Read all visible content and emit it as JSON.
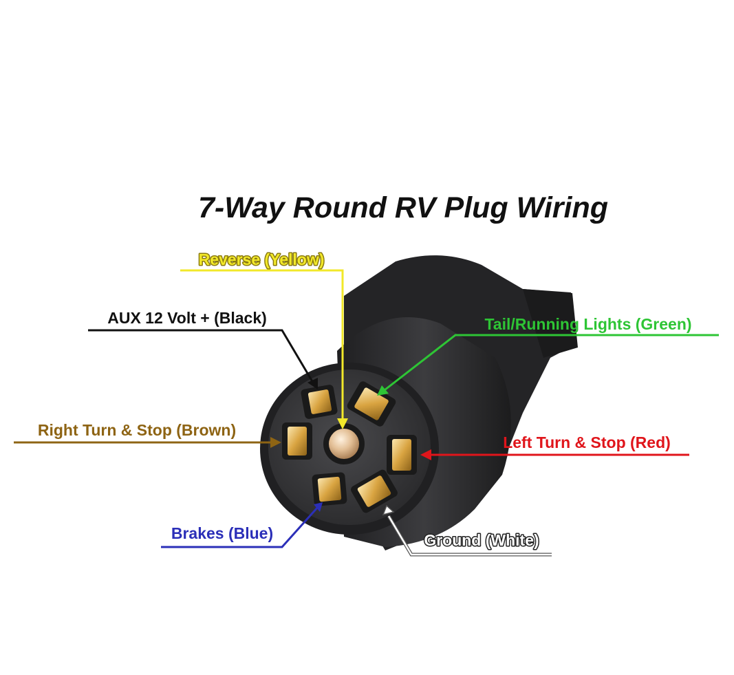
{
  "title": "7-Way Round RV Plug Wiring",
  "colors": {
    "background": "#ffffff",
    "title": "#111111",
    "plug_body": "#2b2b2b",
    "plug_face": "#3a3a3c",
    "pin_brass": "#d9a441",
    "pin_center": "#e6c7a0"
  },
  "labels": {
    "reverse": {
      "text": "Reverse (Yellow)",
      "color": "#f2e82a",
      "outline": "#8a7a10"
    },
    "aux": {
      "text": "AUX 12 Volt + (Black)",
      "color": "#111111"
    },
    "tail": {
      "text": "Tail/Running Lights (Green)",
      "color": "#2ec535"
    },
    "right_turn": {
      "text": "Right Turn & Stop (Brown)",
      "color": "#8e6414"
    },
    "left_turn": {
      "text": "Left Turn & Stop (Red)",
      "color": "#e0151b"
    },
    "brakes": {
      "text": "Brakes (Blue)",
      "color": "#2b2fb8"
    },
    "ground": {
      "text": "Ground (White)",
      "color": "#ffffff",
      "outline": "#222222"
    }
  }
}
